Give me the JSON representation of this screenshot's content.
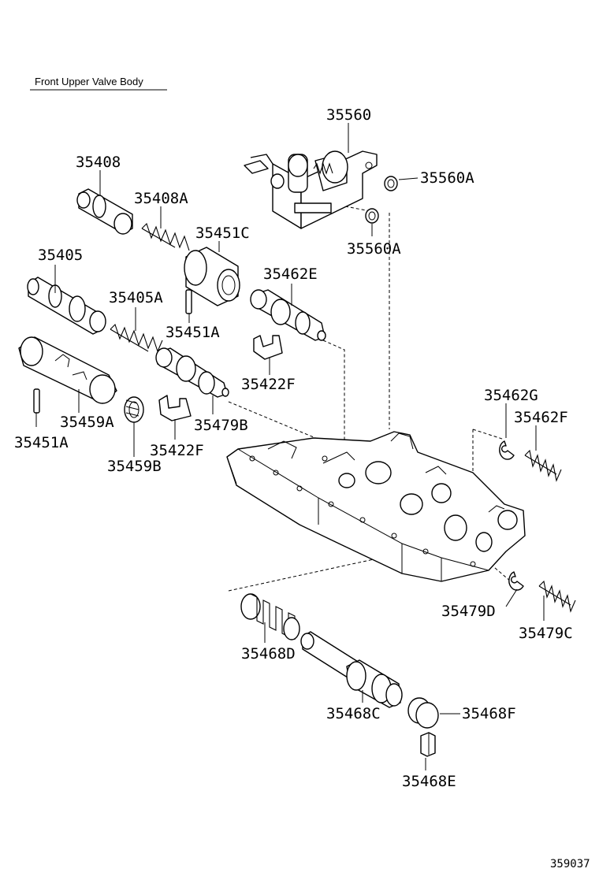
{
  "title": "Front Upper Valve Body",
  "figure_number": "359037",
  "labels": {
    "p35560": "35560",
    "p35560A_1": "35560A",
    "p35560A_2": "35560A",
    "p35408": "35408",
    "p35408A": "35408A",
    "p35451C": "35451C",
    "p35405": "35405",
    "p35405A": "35405A",
    "p35462E": "35462E",
    "p35451A_1": "35451A",
    "p35451A_2": "35451A",
    "p35422F_1": "35422F",
    "p35422F_2": "35422F",
    "p35459A": "35459A",
    "p35459B": "35459B",
    "p35479B": "35479B",
    "p35462G": "35462G",
    "p35462F": "35462F",
    "p35479D": "35479D",
    "p35479C": "35479C",
    "p35468D": "35468D",
    "p35468C": "35468C",
    "p35468F": "35468F",
    "p35468E": "35468E"
  }
}
